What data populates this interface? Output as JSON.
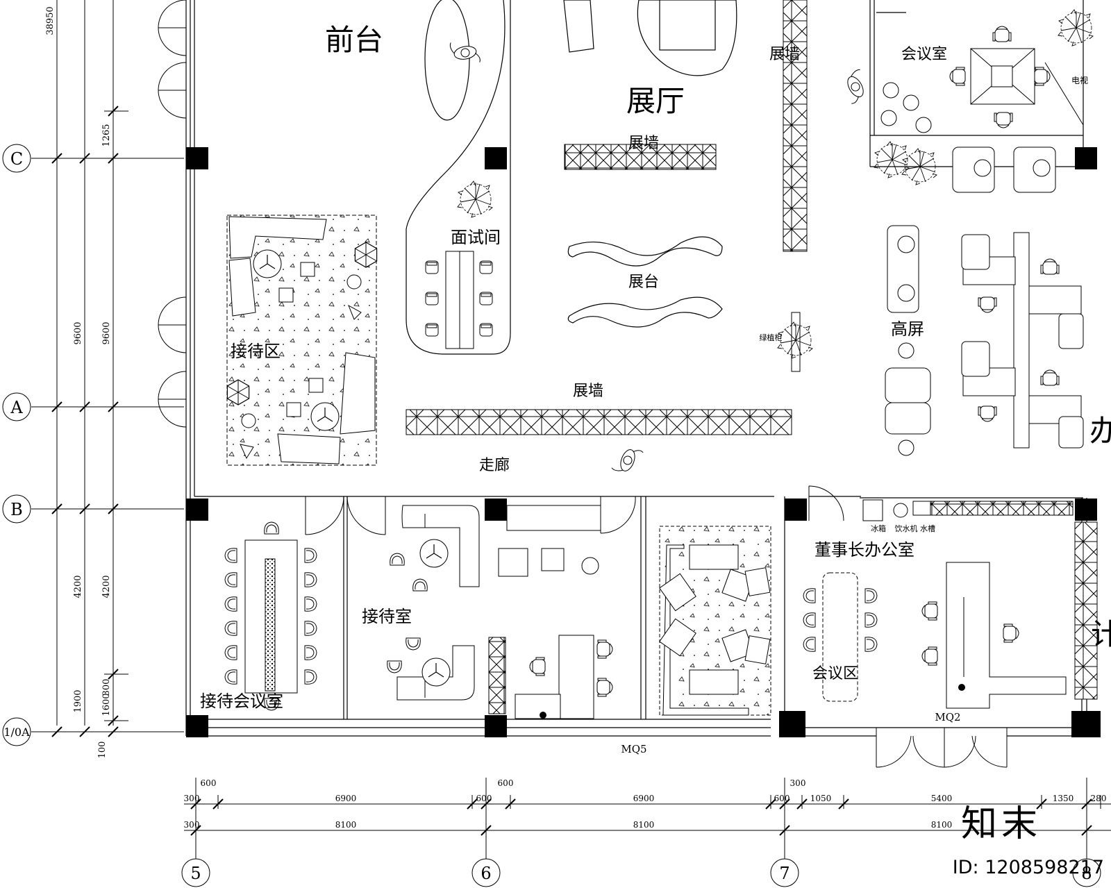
{
  "rooms": {
    "front_desk": "前台",
    "showroom": "展厅",
    "exhibit_wall": "展墙",
    "interview_room": "面试间",
    "display_stand": "展台",
    "reception_area": "接待区",
    "corridor": "走廊",
    "meeting_room": "会议室",
    "tv": "电视",
    "high_screen": "高屏",
    "plant_cabinet": "绿植柜",
    "reception_meeting_room": "接待会议室",
    "reception_room": "接待室",
    "chairman_office": "董事长办公室",
    "meeting_area": "会议区",
    "fridge": "冰箱",
    "water_dispenser": "饮水机",
    "sink": "水槽",
    "office_partial": "办",
    "design_partial": "计"
  },
  "curtain_walls": {
    "mq5": "MQ5",
    "mq2": "MQ2"
  },
  "grid_axes": {
    "c": "C",
    "b": "B",
    "a": "A",
    "a0": "1/0A",
    "g5": "5",
    "g6": "6",
    "g7": "7",
    "g8": "8"
  },
  "dims_vertical": {
    "total": "38950",
    "d1265": "1265",
    "d9600a": "9600",
    "d9600b": "9600",
    "d4200a": "4200",
    "d4200b": "4200",
    "d300": "300",
    "d1900": "1900",
    "d1600": "1600",
    "d100": "100"
  },
  "dims_horizontal": {
    "r1_300": "300",
    "r1_600a": "600",
    "r1_6900a": "6900",
    "r1_600b": "600",
    "r1_600c": "600",
    "r1_6900b": "6900",
    "r1_600d": "600",
    "r1_300b": "300",
    "r1_1050": "1050",
    "r1_5400": "5400",
    "r1_1350": "1350",
    "r1_280": "280",
    "r2_300": "300",
    "r2_8100a": "8100",
    "r2_8100b": "8100",
    "r2_8100c": "8100"
  },
  "watermark": {
    "brand": "知末",
    "id": "ID: 1208598217"
  },
  "colors": {
    "line": "#000000",
    "background": "#ffffff"
  }
}
